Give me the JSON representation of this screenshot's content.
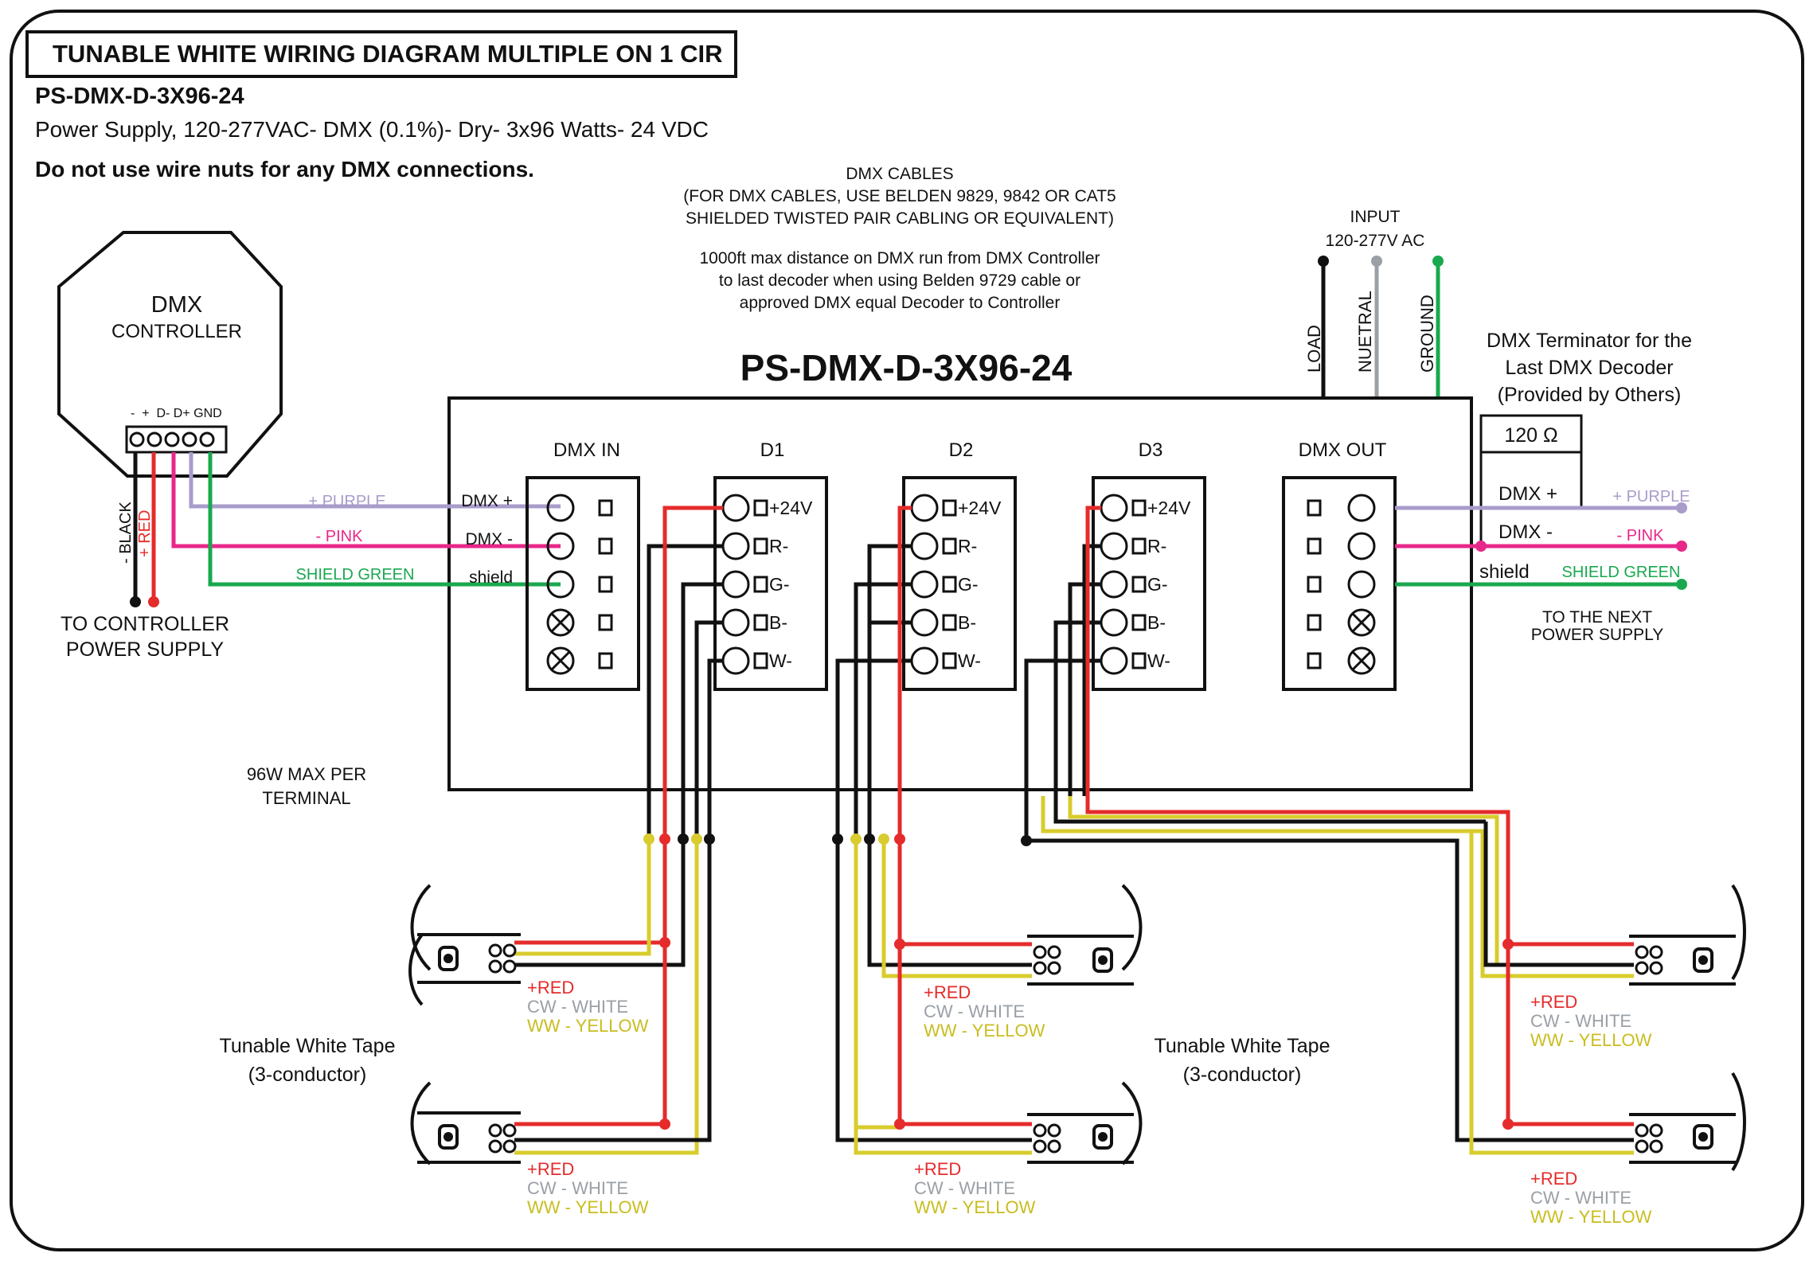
{
  "title": "TUNABLE WHITE WIRING DIAGRAM MULTIPLE ON 1 CIR",
  "model": "PS-DMX-D-3X96-24",
  "description": "Power Supply, 120-277VAC- DMX (0.1%)- Dry- 3x96 Watts- 24 VDC",
  "warning": "Do not use wire nuts for any DMX connections.",
  "dmx_cables": {
    "line1": "DMX CABLES",
    "line2": "(FOR DMX CABLES, USE BELDEN 9829, 9842 OR CAT5",
    "line3": "SHIELDED TWISTED PAIR CABLING OR EQUIVALENT)",
    "line4": "1000ft max distance on DMX run from DMX Controller",
    "line5": "to last decoder when using Belden 9729 cable or",
    "line6": "approved DMX equal Decoder to Controller"
  },
  "input": {
    "line1": "INPUT",
    "line2": "120-277V AC",
    "load": "LOAD",
    "neutral": "NUETRAL",
    "ground": "GROUND"
  },
  "device_title": "PS-DMX-D-3X96-24",
  "controller": {
    "line1": "DMX",
    "line2": "CONTROLLER",
    "pins": "-  +  D- D+ GND",
    "black": "- BLACK",
    "red": "+ RED",
    "power_line1": "TO CONTROLLER",
    "power_line2": "POWER SUPPLY"
  },
  "wires": {
    "purple": "+ PURPLE",
    "pink": "- PINK",
    "green": "SHIELD GREEN"
  },
  "dmx_in": {
    "label": "DMX IN",
    "pin1": "DMX +",
    "pin2": "DMX -",
    "pin3": "shield"
  },
  "outputs": {
    "d1": "D1",
    "d2": "D2",
    "d3": "D3",
    "p24": "+24V",
    "r": "R-",
    "g": "G-",
    "b": "B-",
    "w": "W-"
  },
  "dmx_out": {
    "label": "DMX OUT",
    "pin1": "DMX +",
    "pin2": "DMX -",
    "pin3": "shield",
    "next1": "TO THE NEXT",
    "next2": "POWER SUPPLY"
  },
  "terminator": {
    "line1": "DMX Terminator for the",
    "line2": "Last DMX Decoder",
    "line3": "(Provided by Others)",
    "value": "120 Ω"
  },
  "max_note": {
    "line1": "96W MAX PER",
    "line2": "TERMINAL"
  },
  "tape": {
    "line1": "Tunable White Tape",
    "line2": "(3-conductor)",
    "red": "+RED",
    "cw": "CW - WHITE",
    "ww": "WW - YELLOW"
  },
  "colors": {
    "purple": "#a99ccb",
    "pink": "#e8278a",
    "green": "#1aa84f",
    "red": "#e52b2b",
    "yellow": "#d8cc2e",
    "gray": "#9aa0a6",
    "black": "#111111"
  }
}
